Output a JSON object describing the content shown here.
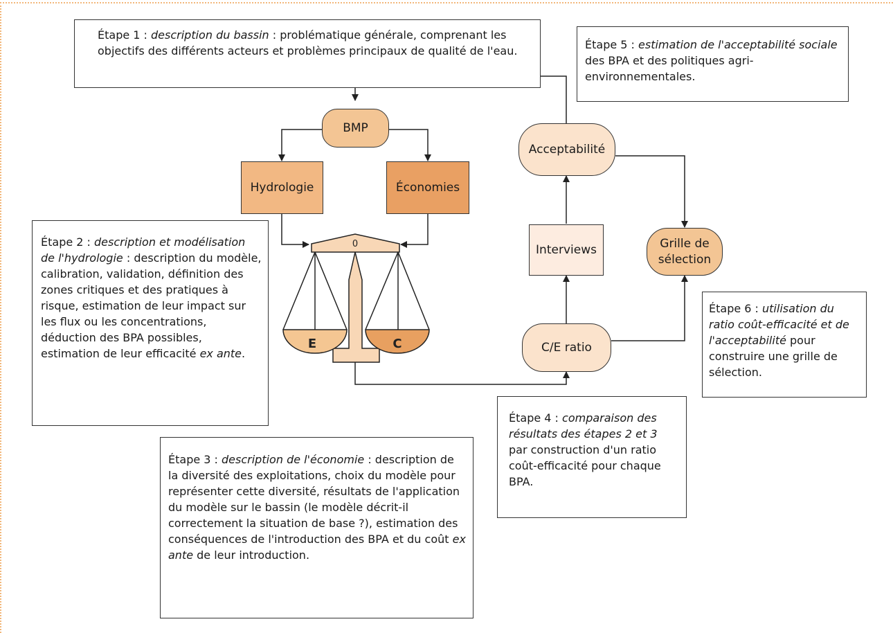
{
  "colors": {
    "pill_fill": "#f3c594",
    "pill_light": "#fbe3cc",
    "hydro_fill": "#f2b883",
    "eco_fill": "#e9a063",
    "interview_fill": "#fdece0",
    "pan_e": "#f4c692",
    "pan_c": "#e8a060",
    "balance_fill": "#f8d7b6",
    "frame": "#f2b77a"
  },
  "steps": {
    "s1": {
      "lead": "Étape 1 : ",
      "em": "description du bassin",
      "rest": " : problématique générale, comprenant les objectifs des différents acteurs et problèmes principaux de qualité de l'eau."
    },
    "s2": {
      "lead": "Étape 2 : ",
      "em": "description et modélisation de l'hydrologie",
      "rest": " : description du modèle, calibration, validation, définition des zones critiques et des pratiques à risque, estimation de leur impact sur les flux ou les concentrations, déduction des BPA possibles, estimation de leur efficacité ",
      "em2": "ex ante",
      "tail": "."
    },
    "s3": {
      "lead": "Étape 3 : ",
      "em": "description de l'économie",
      "rest": " : description de la diversité des exploitations, choix du modèle pour représenter cette diversité, résultats de l'application du modèle sur le bassin (le modèle décrit-il correctement la situation de base ?), estimation des conséquences de l'introduction des BPA et du coût ",
      "em2": "ex ante",
      "tail": " de leur introduction."
    },
    "s4": {
      "lead": "Étape 4 : ",
      "em": "comparaison des résultats des étapes 2 et 3",
      "rest": " par construction d'un ratio coût-efficacité pour chaque BPA."
    },
    "s5": {
      "lead": "Étape 5 : ",
      "em": "estimation de l'acceptabilité sociale",
      "rest": " des BPA et des politiques agri-environnementales."
    },
    "s6": {
      "lead": "Étape 6 : ",
      "em": "utilisation du ratio coût-efficacité et de l'acceptabilité",
      "rest": " pour construire une grille de sélection."
    }
  },
  "nodes": {
    "bmp": "BMP",
    "hydrologie": "Hydrologie",
    "economies": "Économies",
    "acceptabilite": "Acceptabilité",
    "interviews": "Interviews",
    "grille": "Grille de sélection",
    "ce_ratio": "C/E ratio"
  },
  "balance": {
    "left_pan": "E",
    "right_pan": "C",
    "zero": "0"
  }
}
